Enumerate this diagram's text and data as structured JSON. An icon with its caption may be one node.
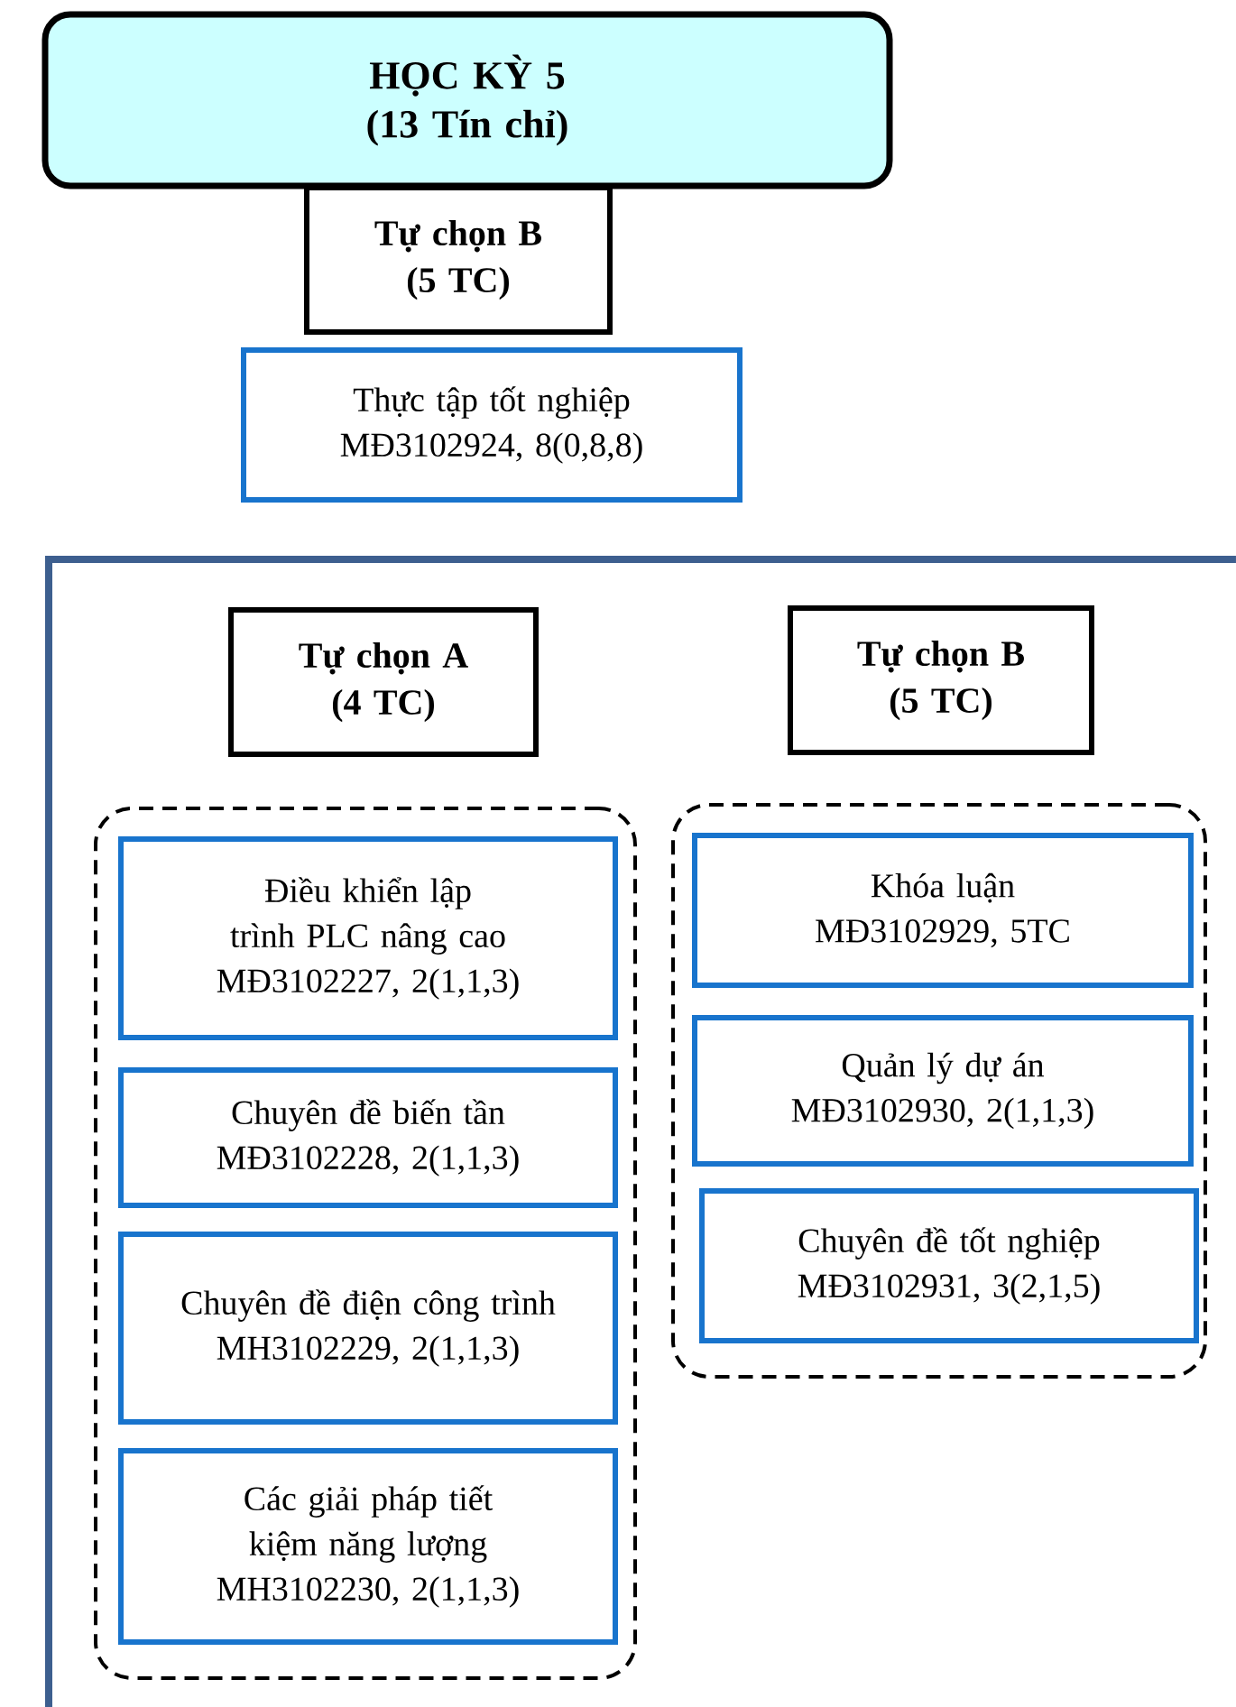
{
  "diagram": {
    "nodes": [
      {
        "text": [
          "HỌC KỲ 5",
          "(13 Tín chỉ)"
        ]
      },
      {
        "text": [
          "Tự chọn B",
          "(5 TC)"
        ]
      },
      {
        "text": [
          "Thực tập tốt nghiệp",
          "MĐ3102924, 8(0,8,8)"
        ]
      },
      {
        "text": [],
        "shape": "box"
      },
      {
        "text": [
          "Tự chọn A",
          "(4 TC)"
        ],
        "in": 3
      },
      {
        "text": [
          "Tự chọn B",
          "(5 TC)"
        ],
        "in": 3
      },
      {
        "text": [],
        "shape": "box",
        "in": 3
      },
      {
        "text": [
          "Điều khiển lập trình PLC nâng cao",
          "MĐ3102227, 2(1,1,3)"
        ],
        "in": 6
      },
      {
        "text": [
          "Chuyên đề biến tần",
          "MĐ3102228, 2(1,1,3)"
        ],
        "in": 6
      },
      {
        "text": [
          "Chuyên đề điện công trình",
          "MH3102229, 2(1,1,3)"
        ],
        "in": 6
      },
      {
        "text": [
          "Các giải pháp tiết kiệm năng lượng",
          "MH3102230, 2(1,1,3)"
        ],
        "in": 6
      },
      {
        "text": [],
        "shape": "box",
        "in": 3
      },
      {
        "text": [
          "Khóa luận",
          "MĐ3102929, 5TC"
        ],
        "in": 11
      },
      {
        "text": [
          "Quản lý dự án",
          "MĐ3102930, 2(1,1,3)"
        ],
        "in": 11
      },
      {
        "text": [
          "Chuyên đề tốt nghiệp",
          "MĐ3102931, 3(2,1,5)"
        ],
        "in": 11
      }
    ]
  }
}
